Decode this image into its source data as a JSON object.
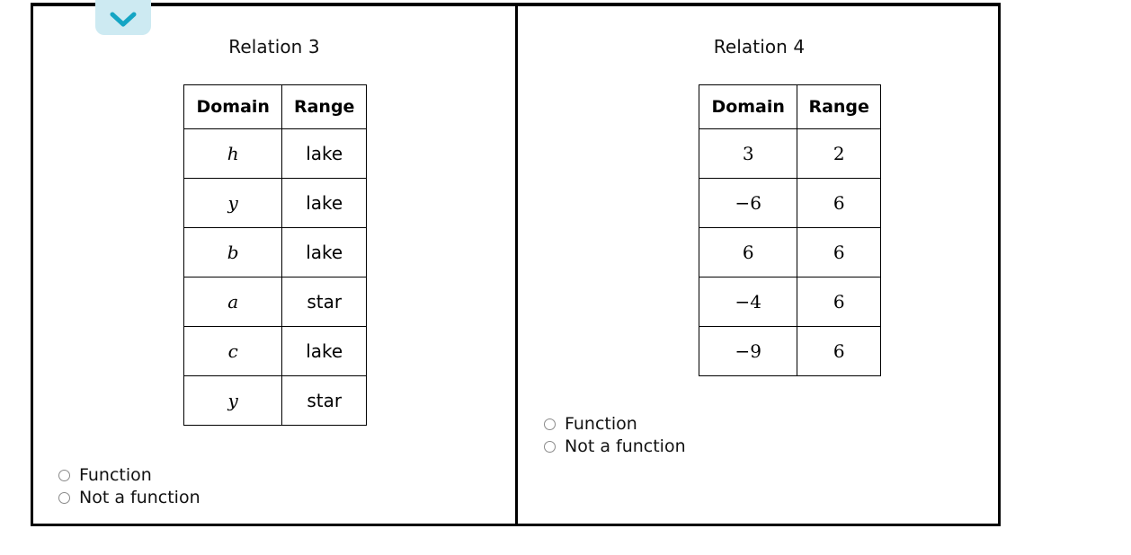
{
  "toolbar": {
    "collapse_toggle_icon": "chevron-down-icon",
    "collapse_toggle_bg": "#cdeaf2",
    "collapse_toggle_fg": "#14a5c4"
  },
  "panels": [
    {
      "id": "relation-3",
      "title": "Relation 3",
      "table": {
        "headers": [
          "Domain",
          "Range"
        ],
        "rows": [
          {
            "domain": "h",
            "range": "lake"
          },
          {
            "domain": "y",
            "range": "lake"
          },
          {
            "domain": "b",
            "range": "lake"
          },
          {
            "domain": "a",
            "range": "star"
          },
          {
            "domain": "c",
            "range": "lake"
          },
          {
            "domain": "y",
            "range": "star"
          }
        ]
      },
      "answers": [
        "Function",
        "Not a function"
      ]
    },
    {
      "id": "relation-4",
      "title": "Relation 4",
      "table": {
        "headers": [
          "Domain",
          "Range"
        ],
        "rows": [
          {
            "domain": "3",
            "range": "2"
          },
          {
            "domain": "−6",
            "range": "6"
          },
          {
            "domain": "6",
            "range": "6"
          },
          {
            "domain": "−4",
            "range": "6"
          },
          {
            "domain": "−9",
            "range": "6"
          }
        ]
      },
      "answers": [
        "Function",
        "Not a function"
      ]
    }
  ]
}
